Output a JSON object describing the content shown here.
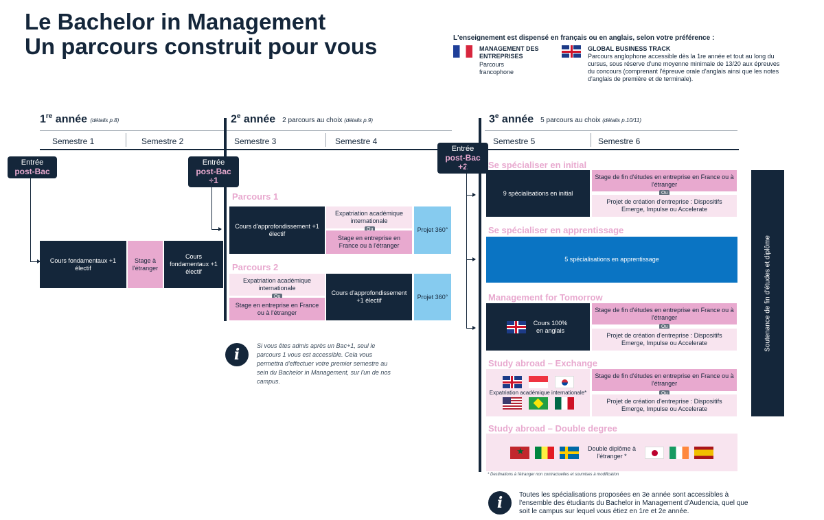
{
  "header": {
    "title_line1": "Le Bachelor in Management",
    "title_line2": "Un parcours construit pour vous",
    "language_intro": "L'enseignement est dispensé en français ou en anglais, selon votre préférence :",
    "fr_track_title": "MANAGEMENT DES ENTREPRISES",
    "fr_track_desc": "Parcours francophone",
    "en_track_title": "GLOBAL BUSINESS TRACK",
    "en_track_desc": "Parcours anglophone accessible dès la 1re année et tout au long du cursus, sous réserve d'une moyenne minimale de 13/20 aux épreuves du concours (comprenant l'épreuve orale d'anglais ainsi que les notes d'anglais de première et de terminale)."
  },
  "years": {
    "y1_num": "1",
    "y1_sup": "re",
    "y1_word": " année",
    "y1_ref": "(détails p.8)",
    "y2_num": "2",
    "y2_sup": "e",
    "y2_word": " année",
    "y2_desc": "2 parcours au choix",
    "y2_ref": "(détails p.9)",
    "y3_num": "3",
    "y3_sup": "e",
    "y3_word": " année",
    "y3_desc": "5 parcours au choix",
    "y3_ref": "(détails p.10/11)"
  },
  "semesters": [
    "Semestre 1",
    "Semestre 2",
    "Semestre 3",
    "Semestre 4",
    "Semestre 5",
    "Semestre 6"
  ],
  "entries": {
    "entry_word": "Entrée",
    "postbac": "post-Bac",
    "postbac1": "post-Bac +1",
    "postbac2": "post-Bac +2"
  },
  "year1": {
    "cours_fond_1": "Cours fondamentaux +1 électif",
    "stage": "Stage à l'étranger",
    "cours_fond_2": "Cours fondamentaux +1 électif"
  },
  "year2": {
    "parcours1": "Parcours 1",
    "parcours2": "Parcours 2",
    "cours_approf": "Cours d'approfondissement +1 électif",
    "expat": "Expatriation académique internationale",
    "ou": "Ou",
    "stage_entreprise": "Stage en entreprise en France ou à l'étranger",
    "projet": "Projet 360°",
    "info_note": "Si vous êtes admis après un Bac+1, seul le parcours 1 vous est accessible. Cela vous permettra d'effectuer votre premier semestre au sein du Bachelor in Management, sur l'un de nos campus."
  },
  "year3": {
    "initial_title": "Se spécialiser en initial",
    "initial_box": "9 spécialisations en initial",
    "stage_fin": "Stage de fin d'études en entreprise en France ou à l'étranger",
    "ou": "Ou",
    "projet_creation": "Projet de création d'entreprise : Dispositifs Emerge, Impulse ou Accelerate",
    "apprent_title": "Se spécialiser en apprentissage",
    "apprent_box": "5 spécialisations en apprentissage",
    "mft_title": "Management for Tomorrow",
    "mft_box": "Cours 100% en anglais",
    "exchange_title": "Study abroad – Exchange",
    "exchange_box": "Expatriation académique internationale*",
    "dd_title": "Study abroad – Double degree",
    "dd_box": "Double diplôme à l'étranger *",
    "footnote": "* Destinations à l'étranger non contractuelles et soumises à modification",
    "soutenance": "Soutenance de fin d'études et diplôme",
    "info_note": "Toutes les spécialisations proposées en 3e année sont accessibles à l'ensemble des étudiants du Bachelor in Management d'Audencia, quel que soit le campus sur lequel vous étiez en 1re et 2e année."
  },
  "colors": {
    "navy": "#14263a",
    "pink": "#e8a9cf",
    "light_pink": "#f8e4ef",
    "sky": "#86cbef",
    "blue": "#0a74c3"
  },
  "icons": [
    "flag-france-icon",
    "flag-uk-icon",
    "flag-singapore-icon",
    "flag-korea-icon",
    "flag-usa-icon",
    "flag-brazil-icon",
    "flag-mexico-icon",
    "flag-morocco-icon",
    "flag-senegal-icon",
    "flag-sweden-icon",
    "flag-japan-icon",
    "flag-ireland-icon",
    "flag-spain-icon",
    "info-icon"
  ]
}
